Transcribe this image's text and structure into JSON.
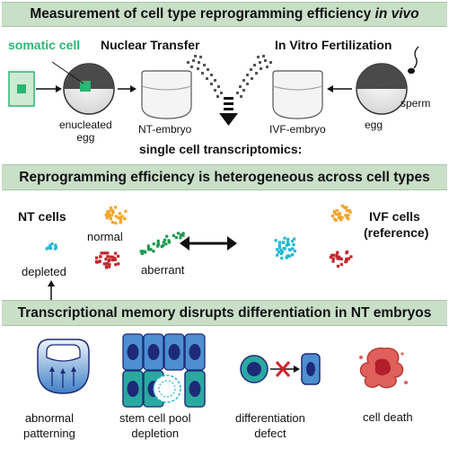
{
  "sections": {
    "top_title_main": "Measurement of cell type reprogramming efficiency",
    "top_title_italic": "in vivo",
    "middle_title": "Reprogramming efficiency is heterogeneous across cell types",
    "bottom_title": "Transcriptional memory disrupts differentiation in NT embryos"
  },
  "top_panel": {
    "somatic_cell": "somatic cell",
    "nuclear_transfer": "Nuclear Transfer",
    "in_vitro_fertilization": "In Vitro Fertilization",
    "enucleated_egg": "enucleated\negg",
    "nt_embryo": "NT-embryo",
    "ivf_embryo": "IVF-embryo",
    "egg": "egg",
    "sperm": "sperm",
    "single_cell": "single cell transcriptomics:"
  },
  "middle_panel": {
    "nt_cells": "NT cells",
    "normal": "normal",
    "depleted": "depleted",
    "aberrant": "aberrant",
    "ivf_cells": "IVF cells",
    "reference": "(reference)"
  },
  "bottom_panel": {
    "abnormal_patterning": "abnormal\npatterning",
    "stem_cell_pool_depletion": "stem cell pool\ndepletion",
    "differentiation_defect": "differentiation\ndefect",
    "cell_death": "cell death"
  },
  "colors": {
    "banner": "#c9dfc8",
    "somatic_green": "#2bb673",
    "cluster_orange": "#f4a52a",
    "cluster_red": "#c0282d",
    "cluster_green": "#1f9a4f",
    "cluster_cyan": "#22b8d6",
    "stem_blue": "#4d8fd1",
    "nucleus_navy": "#1e2a78",
    "death_red": "#d9534f"
  }
}
